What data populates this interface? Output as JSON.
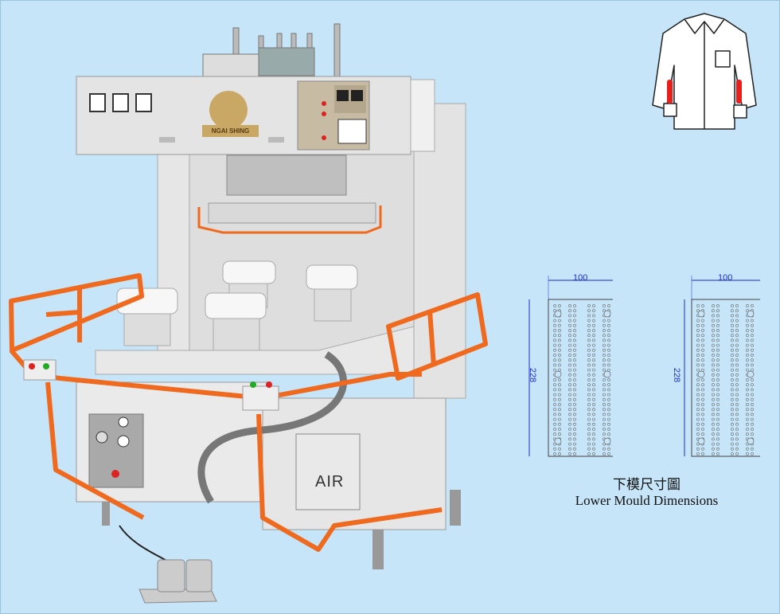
{
  "machine": {
    "brand_label": "NGAI SHING",
    "air_label": "AIR",
    "accent_color": "#ef6a1e"
  },
  "moulds": [
    {
      "width_label": "100",
      "height_label": "228"
    },
    {
      "width_label": "100",
      "height_label": "228"
    }
  ],
  "caption": {
    "chinese": "下模尺寸圖",
    "english": "Lower Mould Dimensions"
  },
  "colors": {
    "background": "#c6e5f8",
    "dimension": "#1b2fd1",
    "cuff_highlight": "#e8201c"
  }
}
